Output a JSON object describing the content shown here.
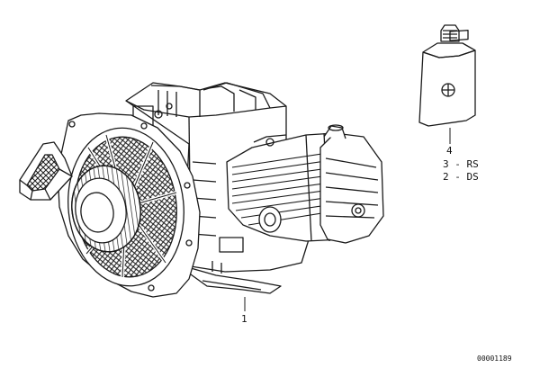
{
  "callouts": {
    "engine_assembly": "1",
    "oil_bottle": "4",
    "oil_variant_1": "3 - RS",
    "oil_variant_2": "2 - DS"
  },
  "diagram_code": "00001189",
  "colors": {
    "line": "#1a1a1a",
    "background": "#ffffff"
  },
  "icons": {
    "bottle_logo": "roundel-logo-icon"
  }
}
